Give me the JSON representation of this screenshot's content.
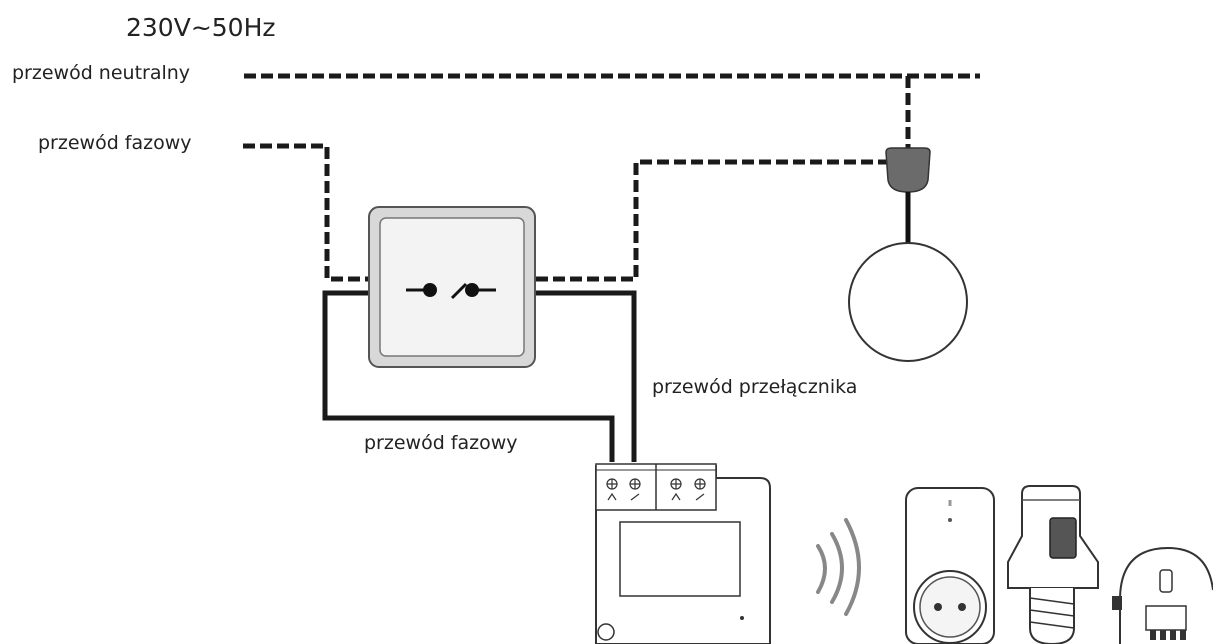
{
  "labels": {
    "voltage": "230V~50Hz",
    "neutral_wire": "przewód neutralny",
    "phase_wire_top": "przewód fazowy",
    "switch_wire": "przewód przełącznika",
    "phase_wire_bottom": "przewód fazowy"
  },
  "colors": {
    "wire": "#1a1a1a",
    "device_outline": "#333333",
    "switch_fill": "#f3f3f3",
    "switch_frame": "#d8d8d8",
    "lamp_socket": "#6b6b6b"
  },
  "icons": {
    "wall_switch": "light-switch-icon",
    "lamp": "ceiling-lamp-icon",
    "module": "relay-module-icon",
    "wireless": "wireless-signal-icon",
    "plug": "smart-plug-icon",
    "bulb_socket": "bulb-socket-adapter-icon",
    "round_module": "round-module-icon"
  }
}
